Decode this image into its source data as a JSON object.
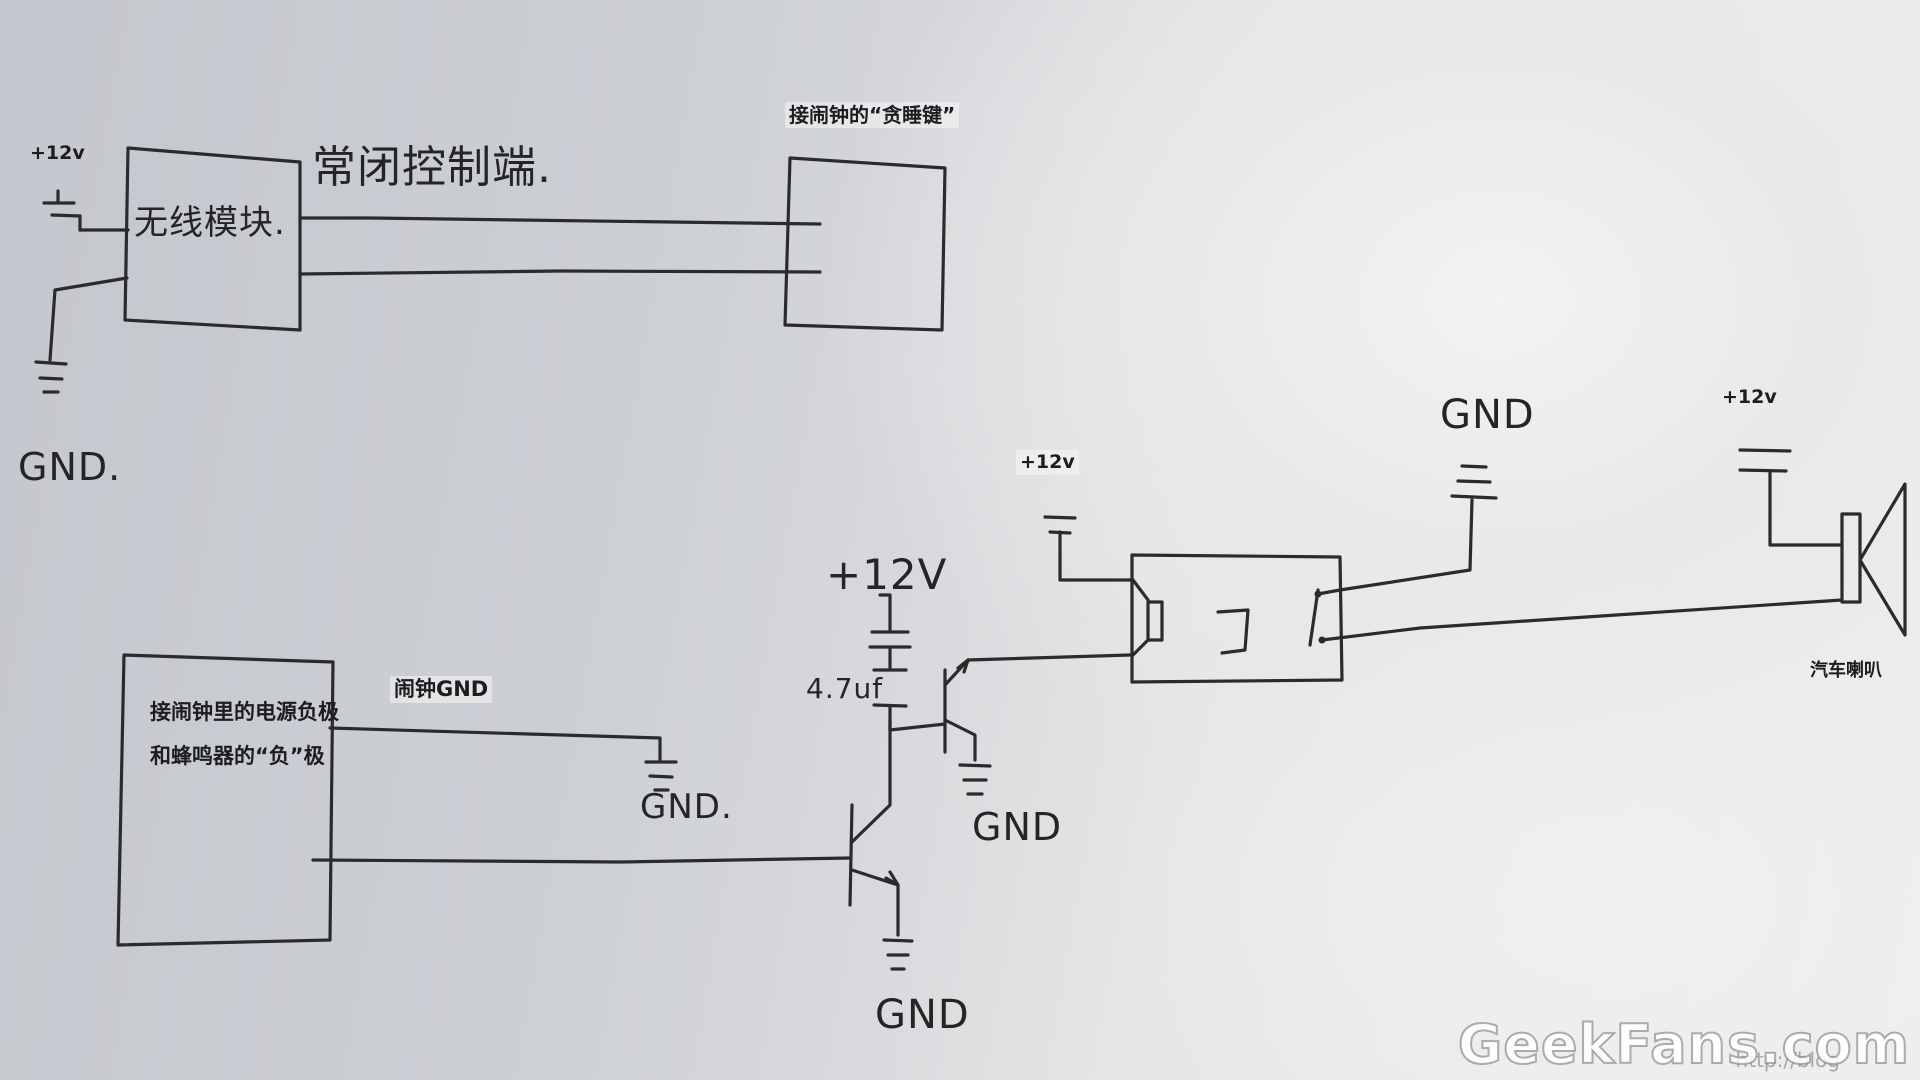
{
  "top_section": {
    "supply_label": "+12v",
    "module_label": "无线模块.",
    "output_label": "常闭控制端.",
    "target_caption": "接闹钟的“贪睡键”",
    "ground_label": "GND."
  },
  "bottom_section": {
    "clock_box_line1": "接闹钟里的电源负极",
    "clock_box_line2": "和蜂鸣器的“负”极",
    "clock_gnd_caption": "闹钟GND",
    "clock_gnd_symbol_label": "GND.",
    "transistor_supply_label": "+12V",
    "capacitor_label": "4.7uf",
    "q2_ground_label": "GND",
    "q1_ground_label": "GND",
    "relay_supply_label": "+12v",
    "relay_ground_label": "GND",
    "horn_supply_label": "+12v",
    "horn_caption": "汽车喇叭"
  },
  "watermark": {
    "main": "GeekFans.com",
    "sub": "http://blog"
  },
  "colors": {
    "ink": "#2b2b2e",
    "paper_light": "#eeeeee",
    "paper_shadow": "#c4c7cd"
  }
}
